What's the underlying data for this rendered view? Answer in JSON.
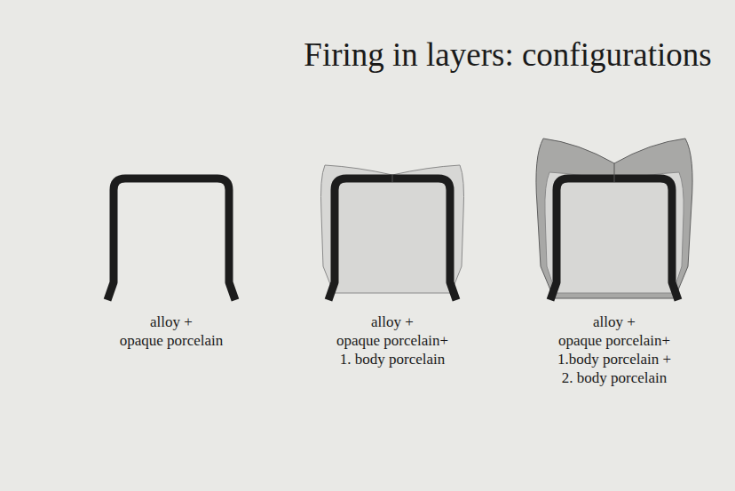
{
  "diagram": {
    "title": "Firing in layers: configurations",
    "labels": [
      "alloy + opaque porcelain",
      "alloy + opaque porcelain+ 1. body porcelain",
      "alloy + opaque porcelain+ 1.body porcelain + 2. body porcelain"
    ]
  }
}
